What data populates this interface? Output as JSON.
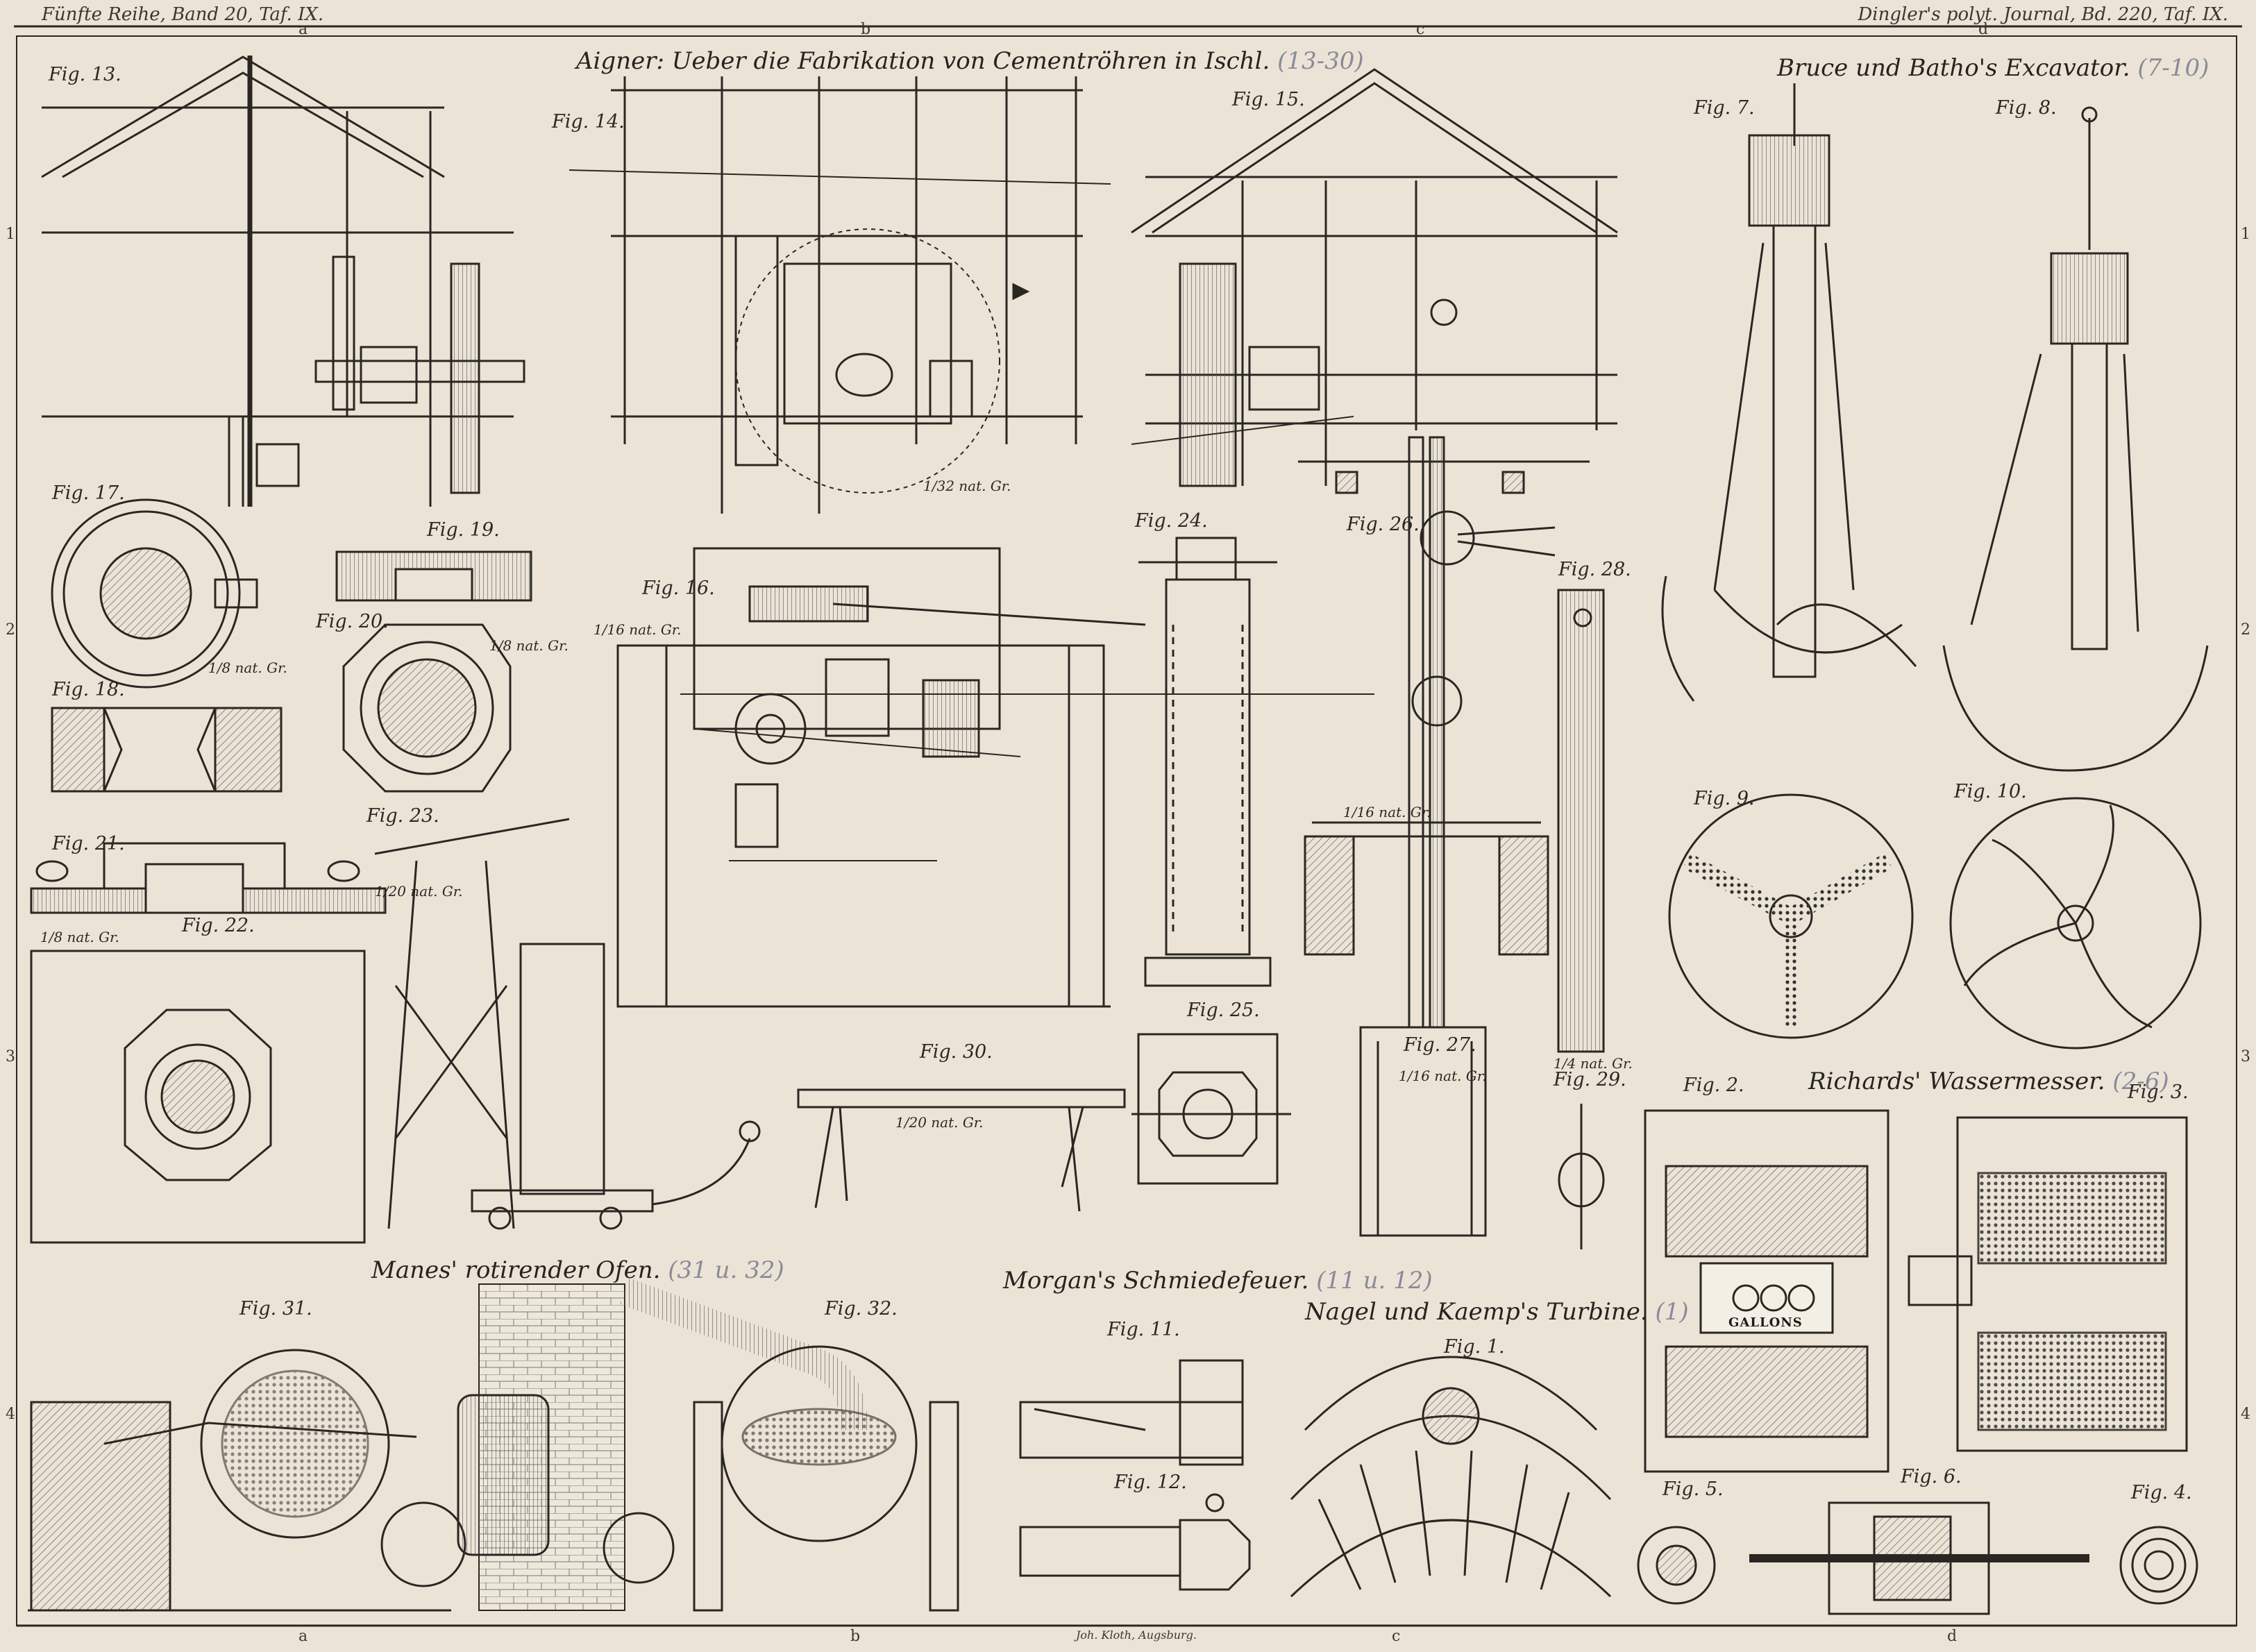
{
  "header": {
    "left": "Fünfte Reihe, Band 20, Taf. IX.",
    "right": "Dingler's polyt. Journal, Bd. 220, Taf. IX.",
    "column_letters": [
      "a",
      "b",
      "c",
      "d"
    ]
  },
  "row_numbers": [
    "1",
    "2",
    "3",
    "4"
  ],
  "sections": {
    "aigner": {
      "title": "Aigner: Ueber die Fabrikation von Cementröhren in Ischl.",
      "ref": "(13-30)"
    },
    "bruce": {
      "title": "Bruce und Batho's Excavator.",
      "ref": "(7-10)"
    },
    "richards": {
      "title": "Richards' Wassermesser.",
      "ref": "(2-6)"
    },
    "manes": {
      "title": "Manes' rotirender Ofen.",
      "ref": "(31 u. 32)"
    },
    "morgan": {
      "title": "Morgan's Schmiedefeuer.",
      "ref": "(11 u. 12)"
    },
    "nagel": {
      "title": "Nagel und Kaemp's Turbine.",
      "ref": "(1)"
    }
  },
  "figures": {
    "f1": "Fig. 1.",
    "f2": "Fig. 2.",
    "f3": "Fig. 3.",
    "f4": "Fig. 4.",
    "f5": "Fig. 5.",
    "f6": "Fig. 6.",
    "f7": "Fig. 7.",
    "f8": "Fig. 8.",
    "f9": "Fig. 9.",
    "f10": "Fig. 10.",
    "f11": "Fig. 11.",
    "f12": "Fig. 12.",
    "f13": "Fig. 13.",
    "f14": "Fig. 14.",
    "f15": "Fig. 15.",
    "f16": "Fig. 16.",
    "f17": "Fig. 17.",
    "f18": "Fig. 18.",
    "f19": "Fig. 19.",
    "f20": "Fig. 20.",
    "f21": "Fig. 21.",
    "f22": "Fig. 22.",
    "f23": "Fig. 23.",
    "f24": "Fig. 24.",
    "f25": "Fig. 25.",
    "f26": "Fig. 26.",
    "f27": "Fig. 27.",
    "f28": "Fig. 28.",
    "f29": "Fig. 29.",
    "f30": "Fig. 30.",
    "f31": "Fig. 31.",
    "f32": "Fig. 32."
  },
  "scales": {
    "s14": "1/32 nat. Gr.",
    "s16": "1/16 nat. Gr.",
    "s17": "1/8 nat. Gr.",
    "s20": "1/8 nat. Gr.",
    "s21": "1/8 nat. Gr.",
    "s23": "1/20 nat. Gr.",
    "s26": "1/16 nat. Gr.",
    "s27": "1/16 nat. Gr.",
    "s29": "1/4 nat. Gr.",
    "s30": "1/20 nat. Gr."
  },
  "meter_label": "GALLONS",
  "footer": {
    "imprint": "Joh. Kloth, Augsburg."
  }
}
